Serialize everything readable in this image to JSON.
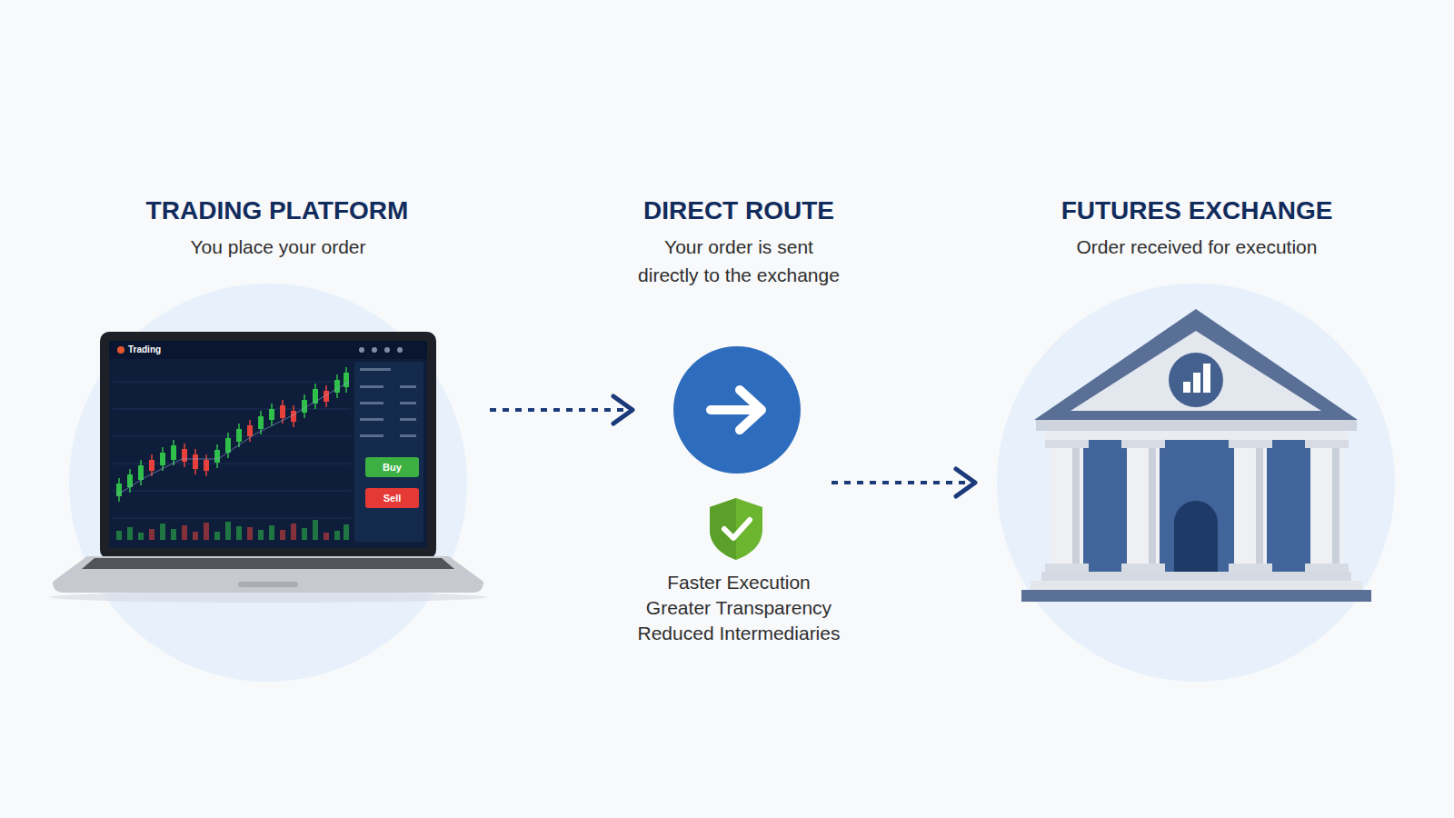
{
  "diagram": {
    "nodes": [
      {
        "text": [
          "TRADING PLATFORM",
          "You place your order"
        ]
      },
      {
        "text": [
          "Buy"
        ],
        "in": 0
      },
      {
        "text": [
          "Sell"
        ],
        "in": 0
      },
      {
        "text": [
          "DIRECT ROUTE",
          "Your order is sent directly to the exchange"
        ]
      },
      {
        "text": [
          "FUTURES EXCHANGE",
          "Order received for execution"
        ]
      }
    ],
    "edges": [
      {
        "from": 0,
        "to": 3,
        "arrow": "to"
      },
      {
        "from": 3,
        "to": 4,
        "arrow": "to"
      }
    ],
    "labels": [
      "Trading",
      "Faster Execution",
      "Greater Transparency",
      "Reduced Intermediaries"
    ]
  }
}
